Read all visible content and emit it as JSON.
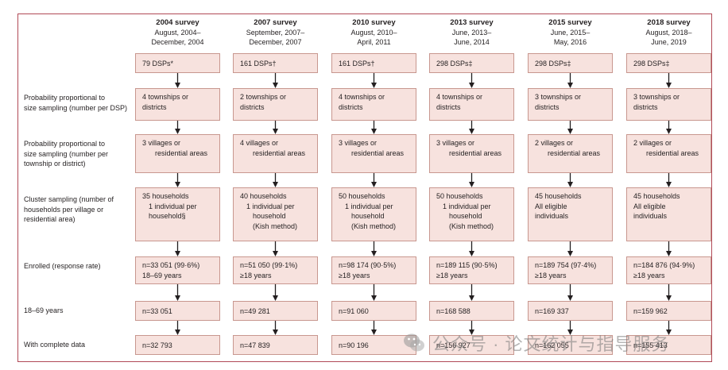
{
  "surveys": [
    {
      "year": "2004 survey",
      "period_line1": "August, 2004–",
      "period_line2": "December, 2004",
      "dsps": "79 DSPs*",
      "townships": [
        "4 townships or",
        "districts"
      ],
      "villages": [
        "3 villages or",
        "residential areas"
      ],
      "cluster": [
        "35 households",
        "1 individual per",
        "household§"
      ],
      "enrolled": [
        "n=33 051 (99·6%)",
        "18–69 years"
      ],
      "age_18_69": "n=33 051",
      "complete": "n=32 793"
    },
    {
      "year": "2007 survey",
      "period_line1": "September, 2007–",
      "period_line2": "December, 2007",
      "dsps": "161 DSPs†",
      "townships": [
        "2 townships or",
        "districts"
      ],
      "villages": [
        "4 villages or",
        "residential areas"
      ],
      "cluster": [
        "40 households",
        "1 individual per",
        "household",
        "(Kish method)"
      ],
      "enrolled": [
        "n=51 050 (99·1%)",
        "≥18 years"
      ],
      "age_18_69": "n=49 281",
      "complete": "n=47 839"
    },
    {
      "year": "2010 survey",
      "period_line1": "August, 2010–",
      "period_line2": "April, 2011",
      "dsps": "161 DSPs†",
      "townships": [
        "4 townships or",
        "districts"
      ],
      "villages": [
        "3 villages or",
        "residential areas"
      ],
      "cluster": [
        "50 households",
        "1 individual per",
        "household",
        "(Kish method)"
      ],
      "enrolled": [
        "n=98 174 (90·5%)",
        "≥18 years"
      ],
      "age_18_69": "n=91 060",
      "complete": "n=90 196"
    },
    {
      "year": "2013 survey",
      "period_line1": "June, 2013–",
      "period_line2": "June, 2014",
      "dsps": "298 DSPs‡",
      "townships": [
        "4 townships or",
        "districts"
      ],
      "villages": [
        "3 villages or",
        "residential areas"
      ],
      "cluster": [
        "50 households",
        "1 individual per",
        "household",
        "(Kish method)"
      ],
      "enrolled": [
        "n=189 115 (90·5%)",
        "≥18 years"
      ],
      "age_18_69": "n=168 588",
      "complete": "n=156 927"
    },
    {
      "year": "2015 survey",
      "period_line1": "June, 2015–",
      "period_line2": "May, 2016",
      "dsps": "298 DSPs‡",
      "townships": [
        "3 townships or",
        "districts"
      ],
      "villages": [
        "2 villages or",
        "residential areas"
      ],
      "cluster": [
        "45 households",
        "All eligible",
        "individuals"
      ],
      "enrolled": [
        "n=189 754 (97·4%)",
        "≥18 years"
      ],
      "age_18_69": "n=169 337",
      "complete": "n=162 055"
    },
    {
      "year": "2018 survey",
      "period_line1": "August, 2018–",
      "period_line2": "June, 2019",
      "dsps": "298 DSPs‡",
      "townships": [
        "3 townships or",
        "districts"
      ],
      "villages": [
        "2 villages or",
        "residential areas"
      ],
      "cluster": [
        "45 households",
        "All eligible",
        "individuals"
      ],
      "enrolled": [
        "n=184 876 (94·9%)",
        "≥18 years"
      ],
      "age_18_69": "n=159 962",
      "complete": "n=155 413"
    }
  ],
  "row_labels": {
    "townships": [
      "Probability proportional to",
      "size sampling (number per DSP)"
    ],
    "villages": [
      "Probability proportional to",
      "size sampling (number per",
      "township or district)"
    ],
    "cluster": [
      "Cluster sampling (number of",
      "households per village or",
      "residential area)"
    ],
    "enrolled": "Enrolled (response rate)",
    "age_18_69": "18–69 years",
    "complete": "With complete data"
  },
  "watermark": {
    "text": "公众号 · 论文统计与指导服务",
    "icon": "wechat-icon"
  },
  "colors": {
    "box_fill": "#f7e2de",
    "box_border": "#c8978f",
    "frame": "#b14a57",
    "arrow": "#231f20"
  }
}
